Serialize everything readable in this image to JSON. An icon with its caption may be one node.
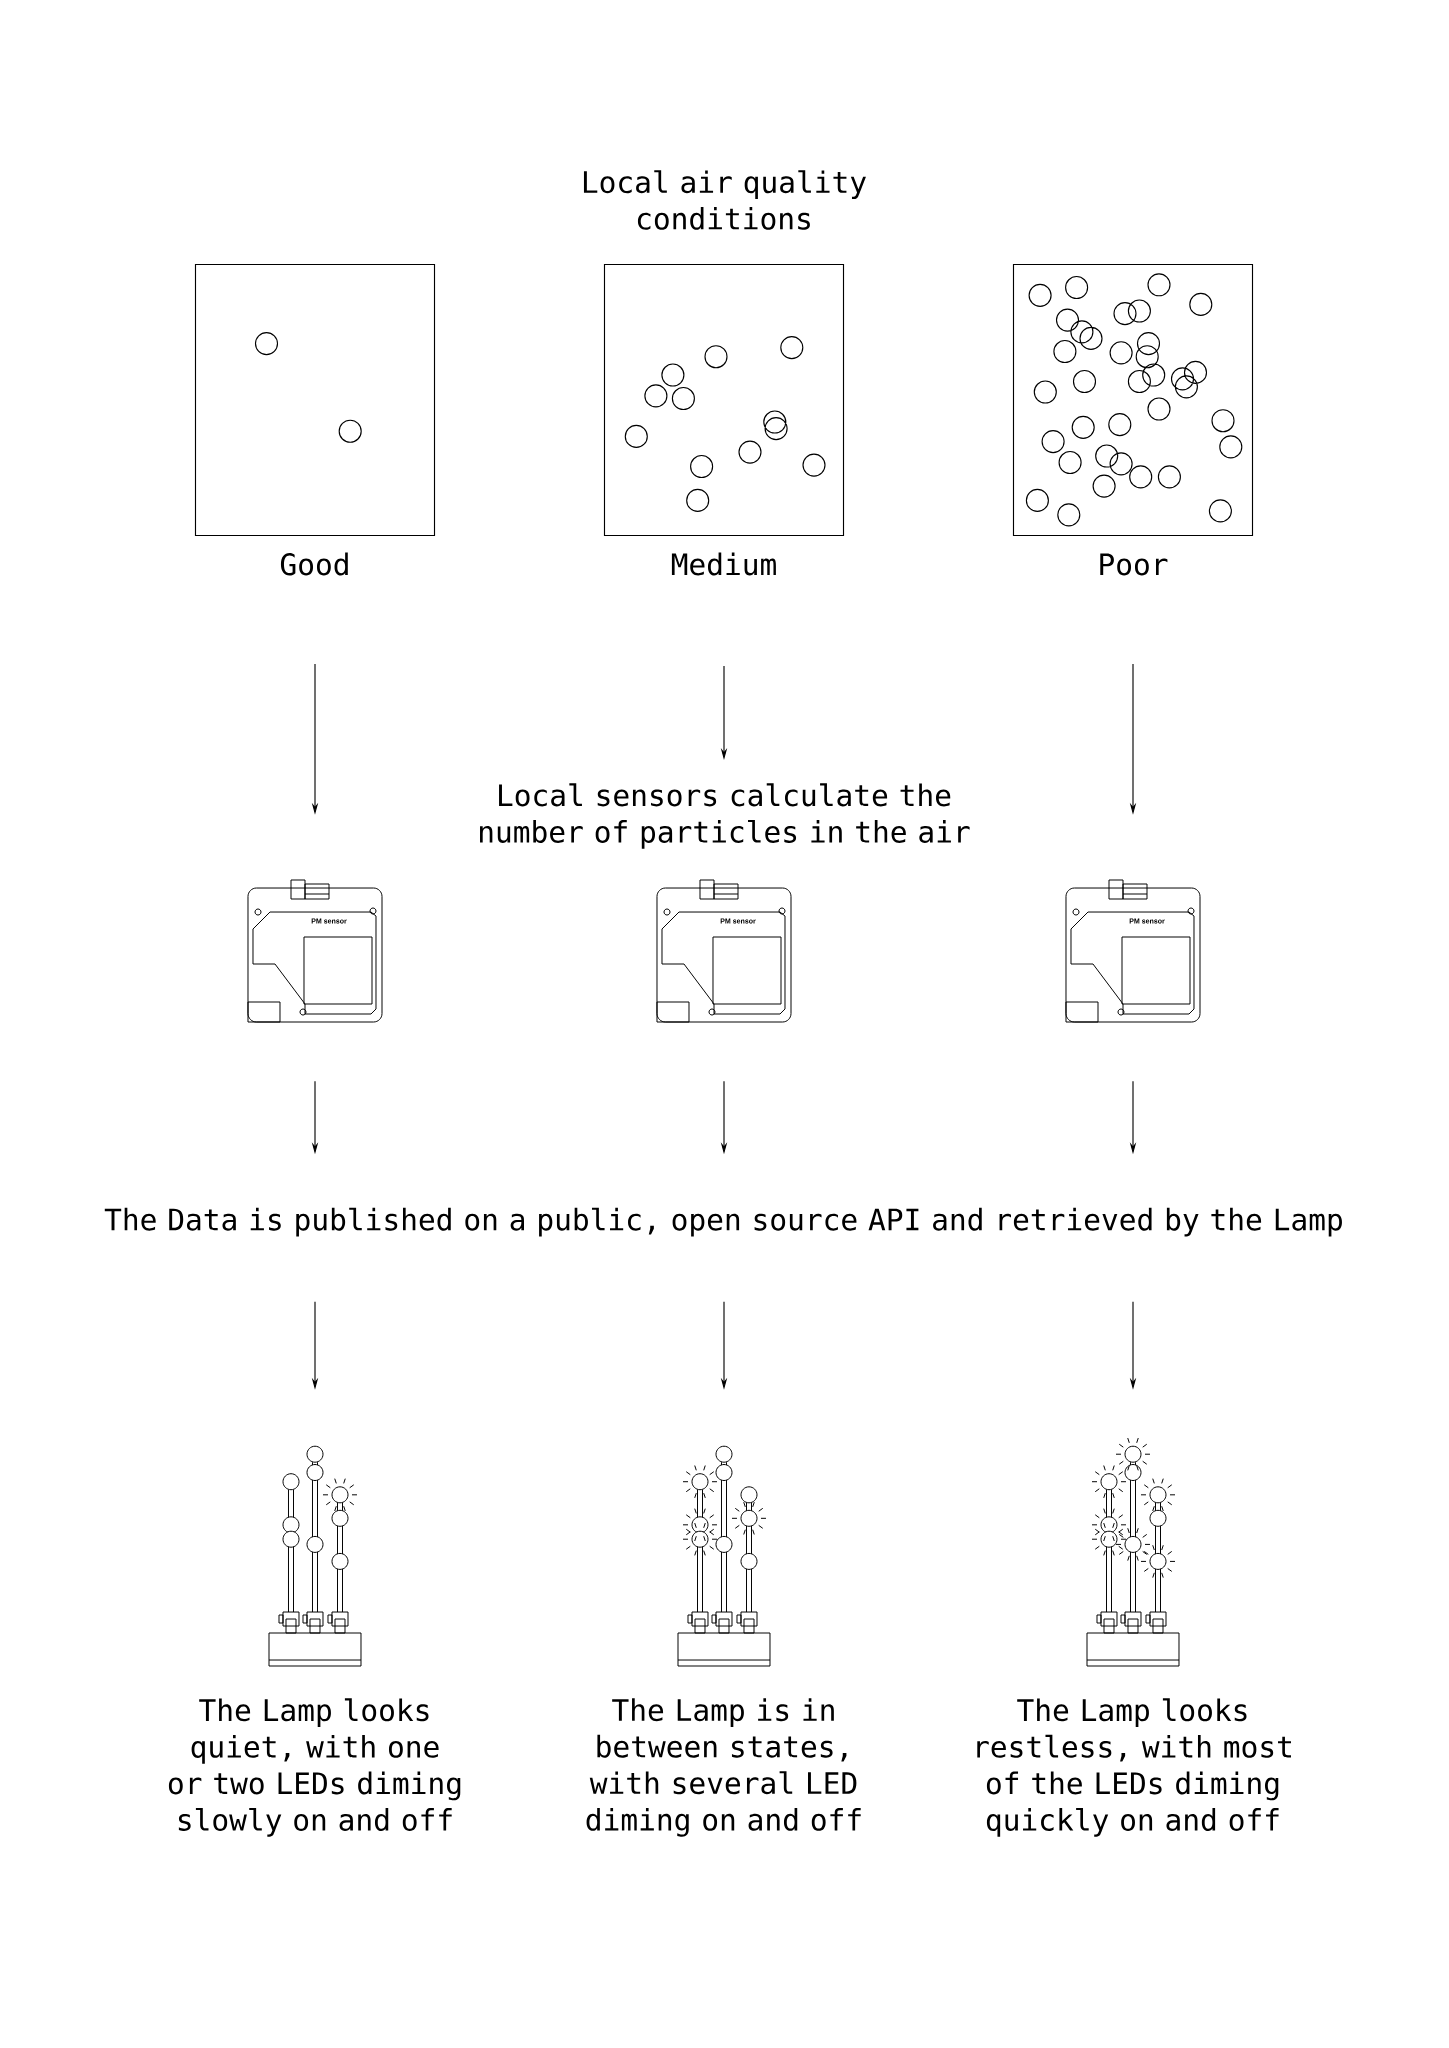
{
  "diagram": {
    "title": "Local air quality conditions",
    "nodes": [
      {
        "text": [
          "Good"
        ]
      },
      {
        "text": [
          "Medium"
        ]
      },
      {
        "text": [
          "Poor"
        ]
      },
      {
        "text": [
          "Local sensors calculate the number of particles in the air"
        ]
      },
      {
        "text": [],
        "shape": "picture"
      },
      {
        "text": [],
        "shape": "picture"
      },
      {
        "text": [],
        "shape": "picture"
      },
      {
        "text": [
          "The Data is published on a public, open source API and retrieved by the Lamp"
        ]
      },
      {
        "text": [],
        "shape": "picture",
        "beside": [
          "The Lamp looks quiet, with one or two LEDs diming slowly on and off"
        ]
      },
      {
        "text": [],
        "shape": "picture",
        "beside": [
          "The Lamp is in between states, with several LED diming on and off"
        ]
      },
      {
        "text": [],
        "shape": "picture",
        "beside": [
          "The Lamp looks restless, with most of the LEDs diming quickly on and off"
        ]
      }
    ],
    "edges": [
      {
        "from": 0,
        "to": 4,
        "arrow": "to"
      },
      {
        "from": 1,
        "to": 3,
        "arrow": "to"
      },
      {
        "from": 2,
        "to": 6,
        "arrow": "to"
      },
      {
        "from": 4,
        "to": 7,
        "arrow": "to"
      },
      {
        "from": 5,
        "to": 7,
        "arrow": "to"
      },
      {
        "from": 6,
        "to": 7,
        "arrow": "to"
      },
      {
        "from": 7,
        "to": 8,
        "arrow": "to"
      },
      {
        "from": 7,
        "to": 9,
        "arrow": "to"
      },
      {
        "from": 7,
        "to": 10,
        "arrow": "to"
      }
    ],
    "labels": [
      "PM sensor",
      "PM sensor",
      "PM sensor"
    ]
  }
}
